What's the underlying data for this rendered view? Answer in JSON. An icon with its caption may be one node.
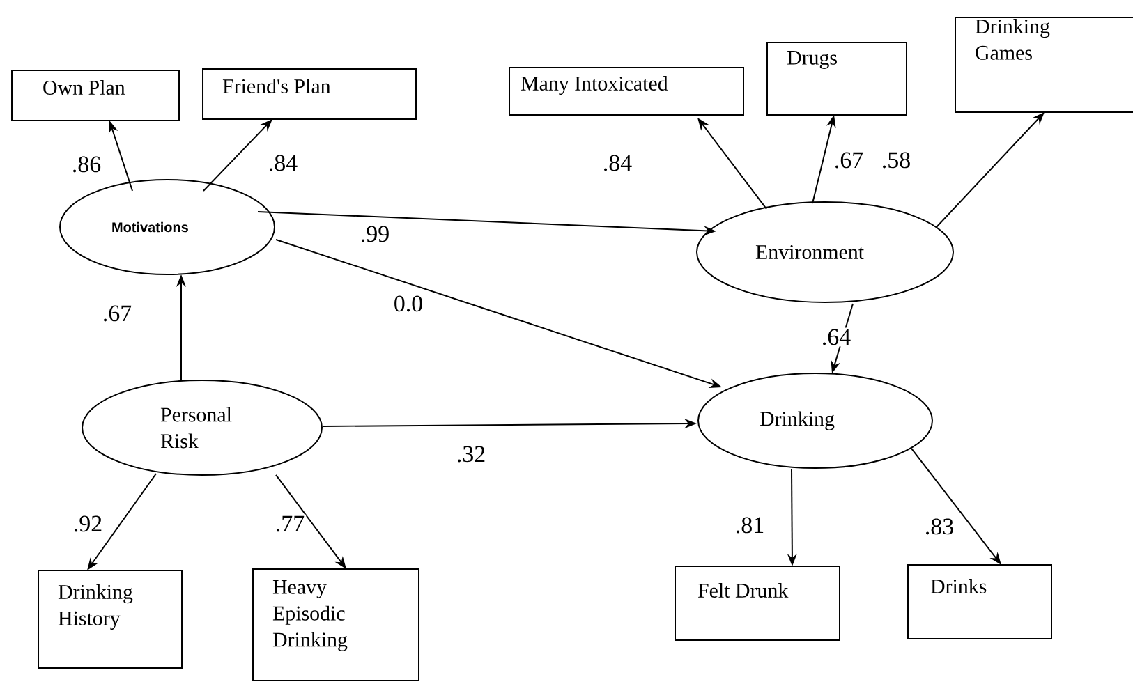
{
  "diagram": {
    "nodes": [
      {
        "text": [
          "Own Plan"
        ]
      },
      {
        "text": [
          "Friend's Plan"
        ]
      },
      {
        "text": [
          "Many Intoxicated"
        ]
      },
      {
        "text": [
          "Drugs"
        ]
      },
      {
        "text": [
          "Drinking Games"
        ]
      },
      {
        "text": [
          "Motivations"
        ]
      },
      {
        "text": [
          "Environment"
        ]
      },
      {
        "text": [
          "Personal Risk"
        ]
      },
      {
        "text": [
          "Drinking"
        ]
      },
      {
        "text": [
          "Drinking History"
        ]
      },
      {
        "text": [
          "Heavy Episodic Drinking"
        ]
      },
      {
        "text": [
          "Felt Drunk"
        ]
      },
      {
        "text": [
          "Drinks"
        ]
      }
    ],
    "edges": [
      {
        "from": 5,
        "to": 0,
        "arrow": "to",
        "label": ".86"
      },
      {
        "from": 5,
        "to": 1,
        "arrow": "to",
        "label": ".84"
      },
      {
        "from": 6,
        "to": 2,
        "arrow": "to",
        "label": ".84"
      },
      {
        "from": 6,
        "to": 3,
        "arrow": "to",
        "label": ".67"
      },
      {
        "from": 6,
        "to": 4,
        "arrow": "to",
        "label": ".58"
      },
      {
        "from": 5,
        "to": 6,
        "arrow": "to",
        "label": ".99"
      },
      {
        "from": 5,
        "to": 8,
        "arrow": "to",
        "label": "0.0"
      },
      {
        "from": 7,
        "to": 5,
        "arrow": "to",
        "label": ".67"
      },
      {
        "from": 6,
        "to": 8,
        "arrow": "to",
        "label": ".64"
      },
      {
        "from": 7,
        "to": 8,
        "arrow": "to",
        "label": ".32"
      },
      {
        "from": 7,
        "to": 9,
        "arrow": "to",
        "label": ".92"
      },
      {
        "from": 7,
        "to": 10,
        "arrow": "to",
        "label": ".77"
      },
      {
        "from": 8,
        "to": 11,
        "arrow": "to",
        "label": ".81"
      },
      {
        "from": 8,
        "to": 12,
        "arrow": "to",
        "label": ".83"
      }
    ]
  }
}
